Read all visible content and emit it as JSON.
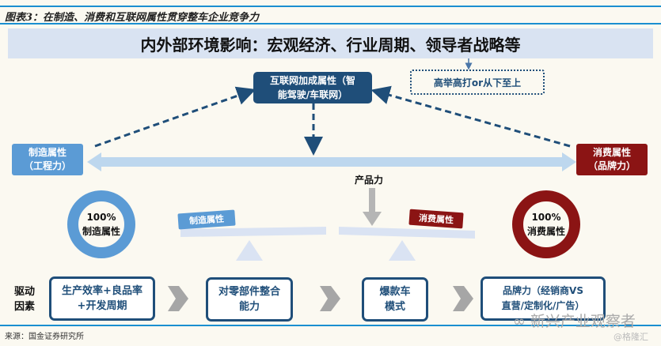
{
  "figure_title": "图表3：在制造、消费和互联网属性贯穿整车企业竞争力",
  "banner": "内外部环境影响：宏观经济、行业周期、领导者战略等",
  "internet_box": {
    "line1": "互联网加成属性（智",
    "line2": "能驾驶/车联网）"
  },
  "approach_box": "高举高打or从下至上",
  "left_attr": {
    "line1": "制造属性",
    "line2": "（工程力）"
  },
  "right_attr": {
    "line1": "消费属性",
    "line2": "（品牌力）"
  },
  "product_power": "产品力",
  "left_donut": {
    "percent": "100%",
    "label": "制造属性",
    "fill": 100,
    "color": "#5b9bd5"
  },
  "right_donut": {
    "percent": "100%",
    "label": "消费属性",
    "fill": 100,
    "color": "#8b1414"
  },
  "seesaw_left_tag": "制造属性",
  "seesaw_right_tag": "消费属性",
  "drivers_label": {
    "line1": "驱动",
    "line2": "因素"
  },
  "drivers": [
    {
      "line1": "生产效率+良品率",
      "line2": "+开发周期"
    },
    {
      "line1": "对零部件整合",
      "line2": "能力"
    },
    {
      "line1": "爆款车",
      "line2": "模式"
    },
    {
      "line1": "品牌力（经销商VS",
      "line2": "直营/定制化/广告）"
    }
  ],
  "source": "来源：国金证券研究所",
  "watermark1": "新兴产业观察者",
  "watermark2": "@格隆汇",
  "colors": {
    "navy": "#1f4e79",
    "blue": "#5b9bd5",
    "red": "#8b1414",
    "lightblue": "#bdd7ee"
  }
}
